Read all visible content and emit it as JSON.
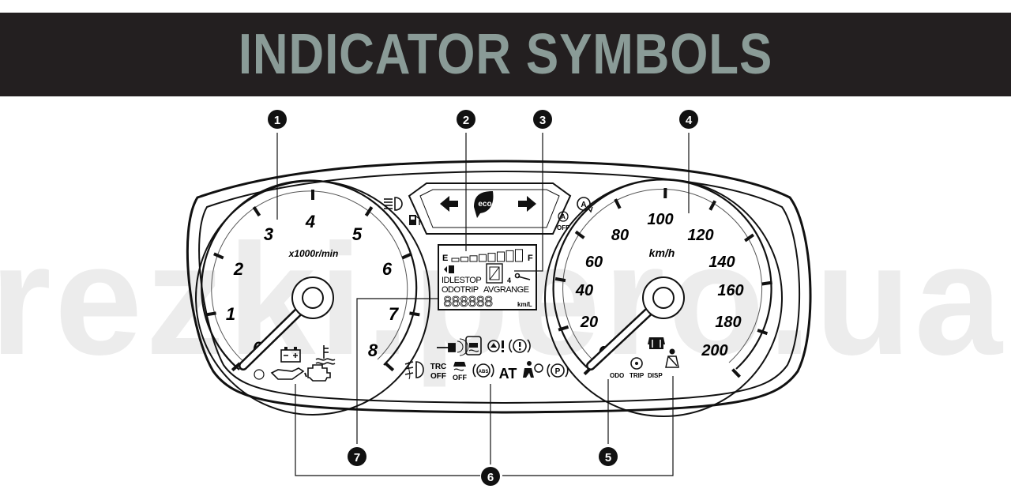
{
  "header": {
    "title": "INDICATOR SYMBOLS"
  },
  "watermark": "rezki.pero.ua",
  "callouts": [
    "1",
    "2",
    "3",
    "4",
    "5",
    "6",
    "7"
  ],
  "tachometer": {
    "ticks": [
      "0",
      "1",
      "2",
      "3",
      "4",
      "5",
      "6",
      "7",
      "8"
    ],
    "unit": "x1000r/min"
  },
  "speedometer": {
    "ticks": [
      "0",
      "20",
      "40",
      "60",
      "80",
      "100",
      "120",
      "140",
      "160",
      "180",
      "200"
    ],
    "unit": "km/h"
  },
  "display": {
    "fuel_empty": "E",
    "fuel_full": "F",
    "gear": "4",
    "modes_row1": "IDLESTOP",
    "modes_row2a": "ODOTRIP",
    "modes_row2b": "AVGRANGE",
    "digits": "888888",
    "unit": "km/L"
  },
  "center_pill": {
    "eco": "eco"
  },
  "warning_labels": {
    "trc": "TRC",
    "off": "OFF",
    "at": "AT",
    "abs": "ABS"
  },
  "auto_stop": {
    "a": "A",
    "off": "OFF"
  },
  "trip_knob": {
    "odo": "ODO",
    "trip": "TRIP",
    "disp": "DISP"
  },
  "colors": {
    "banner": "#231f20",
    "title": "#8a9b97",
    "watermark": "#eeeeee",
    "ink": "#111111"
  }
}
